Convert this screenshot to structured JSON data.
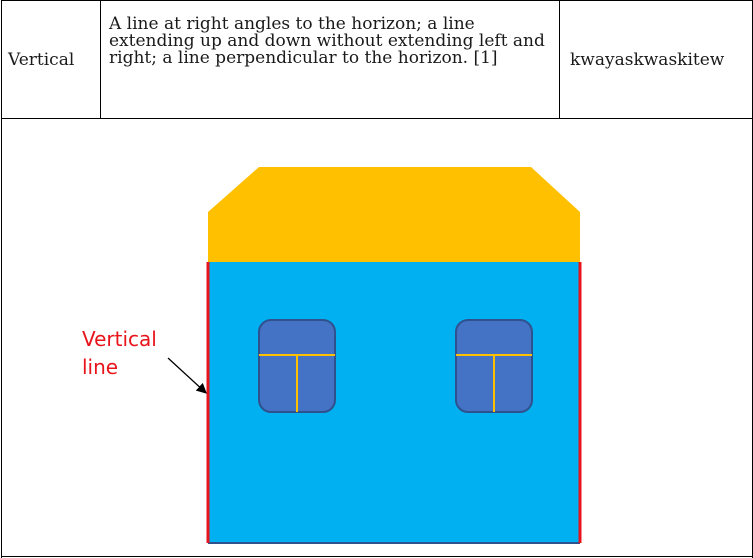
{
  "row": {
    "term": "Vertical",
    "definition": "A line at right angles to the horizon; a line extending up and down without extending left and right; a line perpendicular to the horizon. [1]",
    "translation": "kwayaskwaskitew"
  },
  "illustration": {
    "callout_line1": "Vertical",
    "callout_line2": "line",
    "colors": {
      "roof": "#ffc000",
      "wall": "#00b0f0",
      "window": "#4472c4",
      "window_border": "#2f528f",
      "window_frame": "#ffc000",
      "vertical_edge": "#e8141b"
    }
  }
}
